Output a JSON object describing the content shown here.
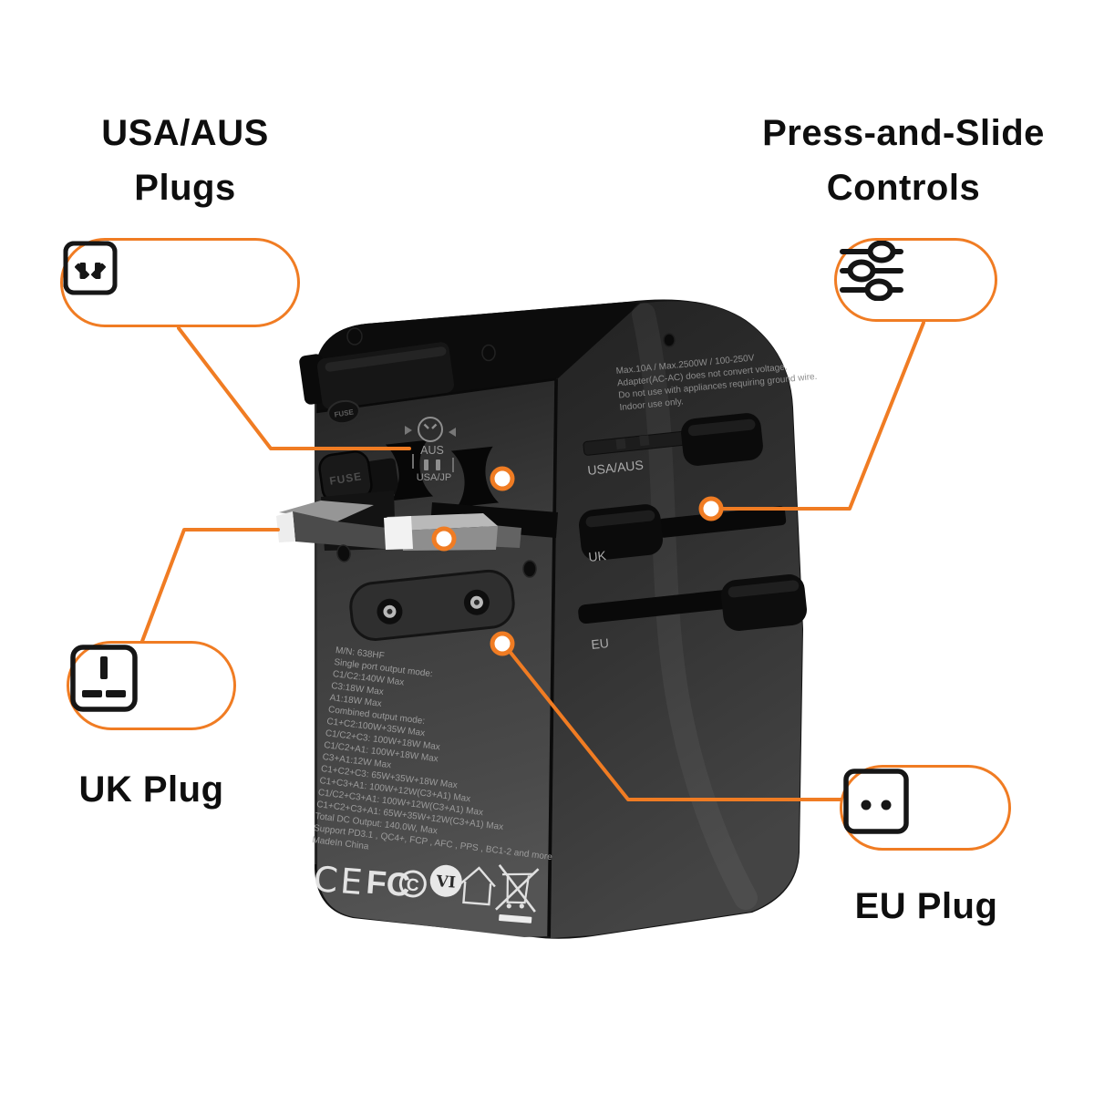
{
  "colors": {
    "accent": "#F07C23",
    "background": "#FFFFFF",
    "device_body": "#141414",
    "spec_text": "#9C9C9C",
    "cert_marks": "#E3E3E3"
  },
  "callouts": {
    "usa_aus": {
      "line1": "USA/AUS",
      "line2": "Plugs",
      "icons": [
        "usa-plug-icon",
        "aus-plug-icon"
      ]
    },
    "press_slide": {
      "line1": "Press-and-Slide",
      "line2": "Controls",
      "icons": [
        "sliders-icon"
      ]
    },
    "uk": {
      "line1": "UK Plug",
      "icons": [
        "uk-plug-icon"
      ]
    },
    "eu": {
      "line1": "EU Plug",
      "icons": [
        "eu-plug-icon"
      ]
    }
  },
  "device": {
    "fuse_label": "FUSE",
    "top_panel": {
      "aus_label": "AUS",
      "usa_jp_label": "USA/JP"
    },
    "side_panel": {
      "warning_lines": [
        "Max.10A / Max.2500W / 100-250V",
        "Adapter(AC-AC) does not convert voltage.",
        "Do not use with appliances requiring ground wire.",
        "Indoor use only."
      ],
      "slider_labels": [
        "USA/AUS",
        "UK",
        "EU"
      ]
    },
    "front_panel": {
      "spec_lines": [
        "M/N: 638HF",
        "Single port output mode:",
        "C1/C2:140W Max",
        "C3:18W Max",
        "A1:18W Max",
        "Combined output mode:",
        "C1+C2:100W+35W Max",
        "C1/C2+C3: 100W+18W Max",
        "C1/C2+A1: 100W+18W Max",
        "C3+A1:12W Max",
        "C1+C2+C3: 65W+35W+18W Max",
        "C1+C3+A1: 100W+12W(C3+A1) Max",
        "C1/C2+C3+A1: 100W+12W(C3+A1) Max",
        "C1+C2+C3+A1: 65W+35W+12W(C3+A1) Max",
        "Total DC Output: 140.0W, Max",
        "Support PD3.1 , QC4+, FCP , AFC , PPS , BC1-2 and more",
        "MadeIn China"
      ],
      "cert_marks": {
        "ce": "CE",
        "fcc": "FC",
        "fcc_circle": "C",
        "efficiency_level": "VI",
        "indoor_icon": "house-icon",
        "weee_icon": "crossed-out-bin-icon"
      }
    }
  }
}
